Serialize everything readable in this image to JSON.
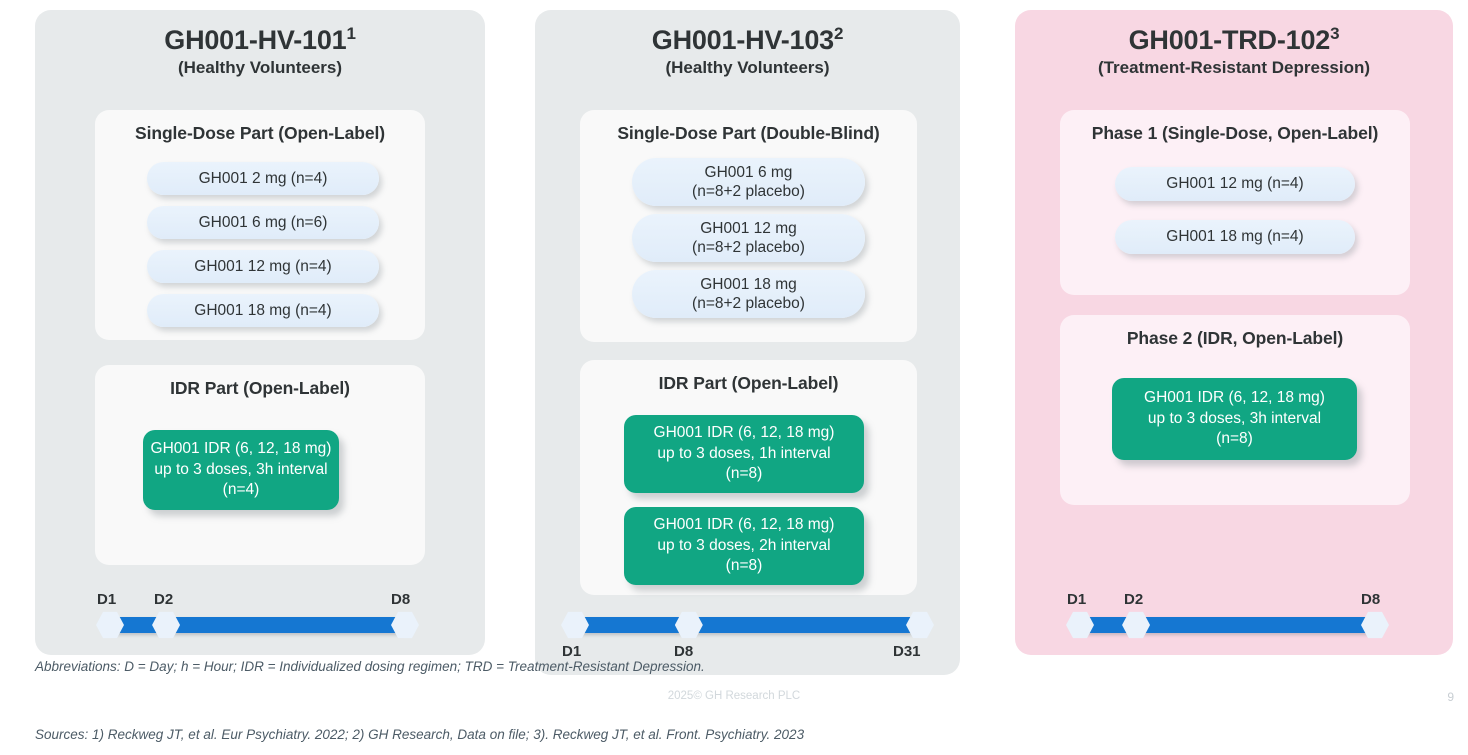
{
  "columns": [
    {
      "id": "hv-101",
      "title": "GH001-HV-101",
      "title_sup": "1",
      "subtitle": "(Healthy Volunteers)",
      "theme": "grey",
      "cards": [
        {
          "title": "Single-Dose Part (Open-Label)",
          "pills": [
            "GH001 2 mg (n=4)",
            "GH001 6 mg (n=6)",
            "GH001 12 mg (n=4)",
            "GH001 18 mg (n=4)"
          ]
        },
        {
          "title": "IDR Part (Open-Label)",
          "green_boxes": [
            [
              "GH001 IDR (6, 12, 18 mg)",
              "up to 3 doses, 3h interval",
              "(n=4)"
            ]
          ]
        }
      ],
      "timeline": {
        "labels_position": "above",
        "nodes": [
          {
            "label": "D1",
            "pct": 0
          },
          {
            "label": "D2",
            "pct": 19
          },
          {
            "label": "D8",
            "pct": 100
          }
        ]
      }
    },
    {
      "id": "hv-103",
      "title": "GH001-HV-103",
      "title_sup": "2",
      "subtitle": "(Healthy Volunteers)",
      "theme": "grey",
      "cards": [
        {
          "title": "Single-Dose Part (Double-Blind)",
          "pills_multiline": [
            [
              "GH001 6 mg",
              "(n=8+2 placebo)"
            ],
            [
              "GH001 12 mg",
              "(n=8+2 placebo)"
            ],
            [
              "GH001 18 mg",
              "(n=8+2 placebo)"
            ]
          ]
        },
        {
          "title": "IDR Part (Open-Label)",
          "green_boxes": [
            [
              "GH001 IDR (6, 12, 18 mg)",
              "up to 3 doses, 1h interval",
              "(n=8)"
            ],
            [
              "GH001 IDR (6, 12, 18 mg)",
              "up to 3 doses, 2h interval",
              "(n=8)"
            ]
          ]
        }
      ],
      "timeline": {
        "labels_position": "below",
        "nodes": [
          {
            "label": "D1",
            "pct": 0
          },
          {
            "label": "D8",
            "pct": 33
          },
          {
            "label": "D31",
            "pct": 100
          }
        ]
      }
    },
    {
      "id": "trd-102",
      "title": "GH001-TRD-102",
      "title_sup": "3",
      "subtitle": "(Treatment-Resistant Depression)",
      "theme": "pink",
      "cards": [
        {
          "title": "Phase 1 (Single-Dose, Open-Label)",
          "pills": [
            "GH001 12 mg (n=4)",
            "GH001 18 mg (n=4)"
          ]
        },
        {
          "title": "Phase 2 (IDR, Open-Label)",
          "green_boxes": [
            [
              "GH001 IDR (6, 12, 18 mg)",
              "up to 3 doses, 3h interval",
              "(n=8)"
            ]
          ]
        }
      ],
      "timeline": {
        "labels_position": "above",
        "nodes": [
          {
            "label": "D1",
            "pct": 0
          },
          {
            "label": "D2",
            "pct": 19
          },
          {
            "label": "D8",
            "pct": 100
          }
        ]
      }
    }
  ],
  "footer": {
    "abbreviations": "Abbreviations: D = Day; h = Hour; IDR = Individualized dosing regimen; TRD = Treatment-Resistant Depression.",
    "sources": "Sources: 1) Reckweg JT, et al. Eur Psychiatry. 2022; 2) GH Research, Data on file; 3). Reckweg JT, et al. Front. Psychiatry. 2023",
    "copyright": "2025© GH Research PLC",
    "page_number": "9"
  },
  "colors": {
    "panel_grey": "#e7eaeb",
    "panel_pink": "#f8d7e3",
    "card_light": "#f9f9f9",
    "card_lightpink": "#fdf0f6",
    "pill_blue": "#e3eefb",
    "idr_green": "#11a683",
    "timeline_blue": "#1577d2",
    "text_dark": "#2f3436"
  }
}
